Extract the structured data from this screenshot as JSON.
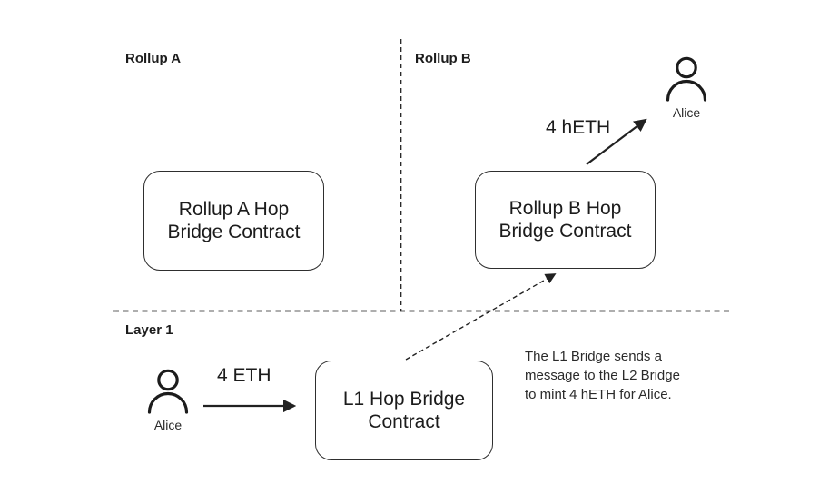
{
  "regions": {
    "rollup_a": "Rollup A",
    "rollup_b": "Rollup B",
    "layer_1": "Layer 1"
  },
  "boxes": {
    "rollup_a": {
      "line1": "Rollup A Hop",
      "line2": "Bridge Contract"
    },
    "rollup_b": {
      "line1": "Rollup B Hop",
      "line2": "Bridge Contract"
    },
    "l1": {
      "line1": "L1 Hop Bridge",
      "line2": "Contract"
    }
  },
  "actors": {
    "alice_rollup_b": "Alice",
    "alice_l1": "Alice"
  },
  "arrows": {
    "deposit_label": "4 ETH",
    "mint_label": "4 hETH"
  },
  "note": {
    "line1": "The L1 Bridge sends a",
    "line2": "message to the L2 Bridge",
    "line3": "to mint 4 hETH for Alice."
  },
  "colors": {
    "stroke": "#212121",
    "background": "#ffffff"
  },
  "icons": {
    "person": "person-icon"
  }
}
